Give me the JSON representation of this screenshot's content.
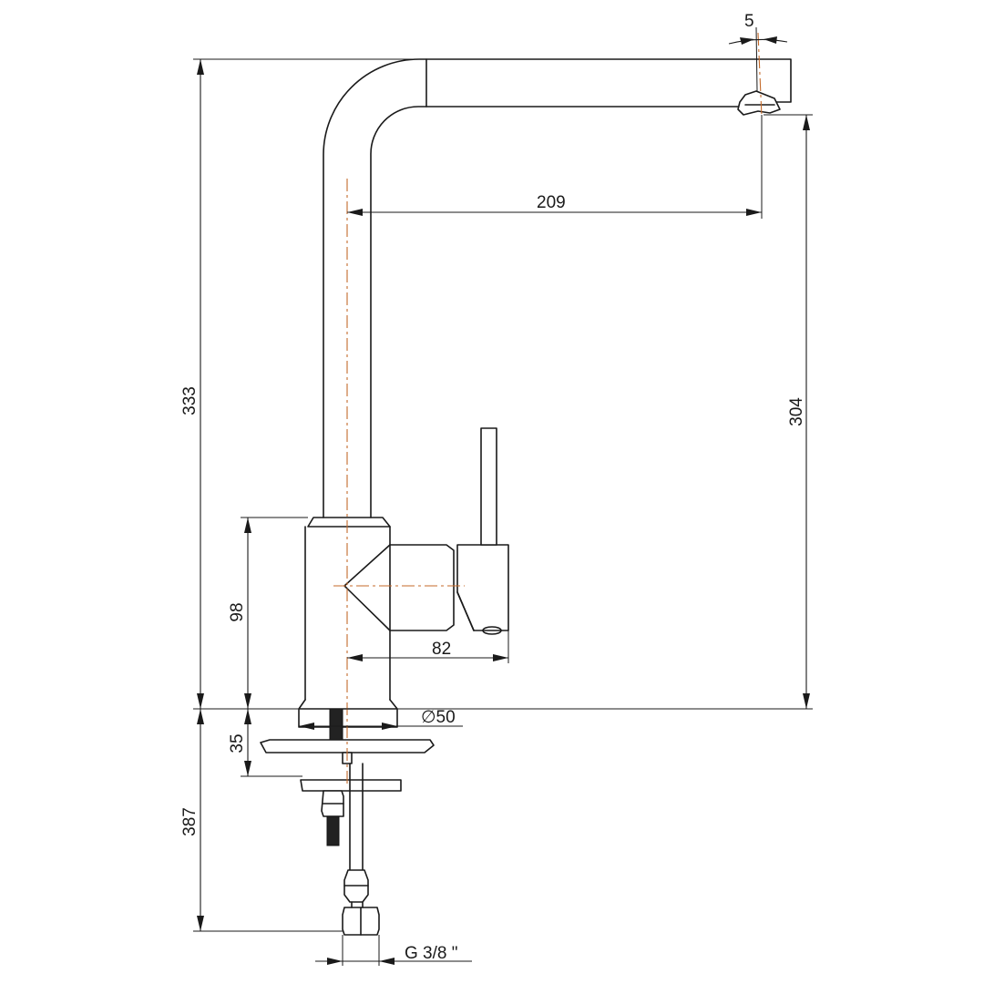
{
  "dimensions": {
    "spout_angle": "5",
    "spout_reach": "209",
    "total_height": "333",
    "spout_outlet_height": "304",
    "body_height": "98",
    "lever_length": "82",
    "base_diameter": "∅50",
    "mount_thickness": "35",
    "below_deck_length": "387",
    "hose_connection": "G 3/8 \""
  },
  "colors": {
    "line": "#1a1a1a",
    "centerline": "#c46a2a",
    "background": "#ffffff"
  }
}
